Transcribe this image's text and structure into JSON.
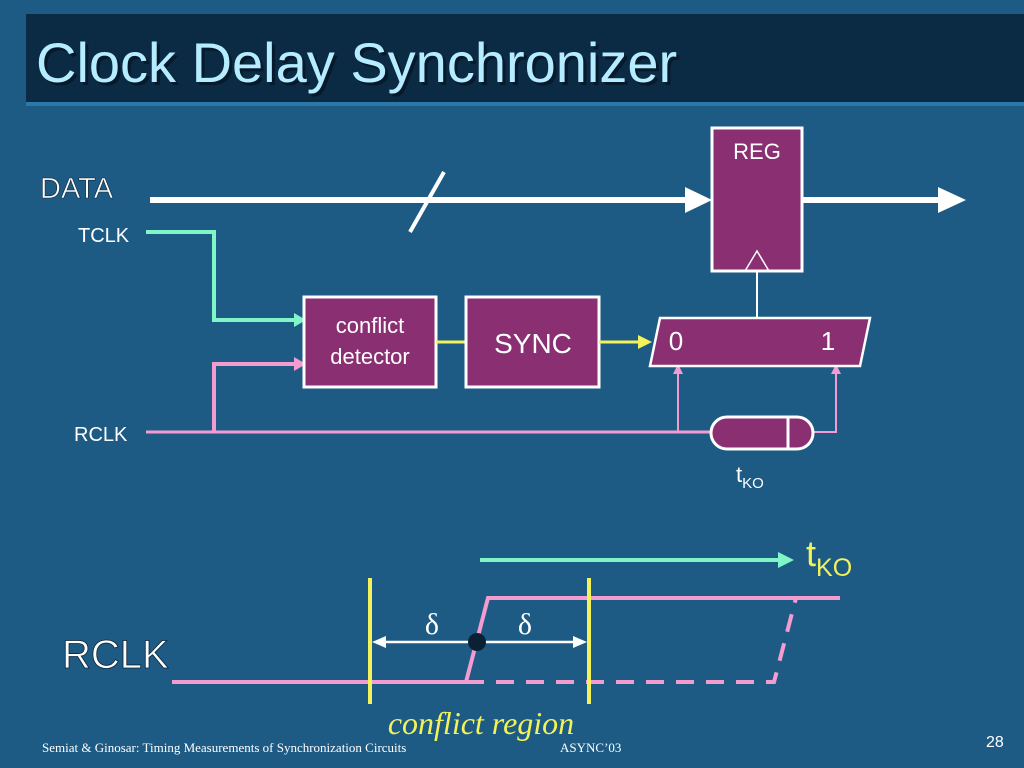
{
  "slide": {
    "title": "Clock Delay Synchronizer",
    "page_number": "28",
    "footer_left": "Semiat & Ginosar: Timing Measurements of Synchronization Circuits",
    "footer_mid": "ASYNC’03"
  },
  "circuit": {
    "data_label": "DATA",
    "tclk_label": "TCLK",
    "rclk_label": "RCLK",
    "reg_label": "REG",
    "conflict_detector_line1": "conflict",
    "conflict_detector_line2": "detector",
    "sync_label": "SYNC",
    "mux_input_0": "0",
    "mux_input_1": "1",
    "delay_t": "t",
    "delay_sub": "KO"
  },
  "timing": {
    "rclk_label": "RCLK",
    "arrow_t": "t",
    "arrow_sub": "KO",
    "delta_left": "δ",
    "delta_right": "δ",
    "conflict_region_label": "conflict region"
  },
  "colors": {
    "background": "#1d5b85",
    "title_bar": "#0b2a44",
    "title_text": "#b6ecff",
    "block_fill": "#8a2f72",
    "tclk_wire": "#7ff5c8",
    "rclk_wire": "#f29cd0",
    "sync_wire": "#f2f25a",
    "white": "#ffffff"
  }
}
